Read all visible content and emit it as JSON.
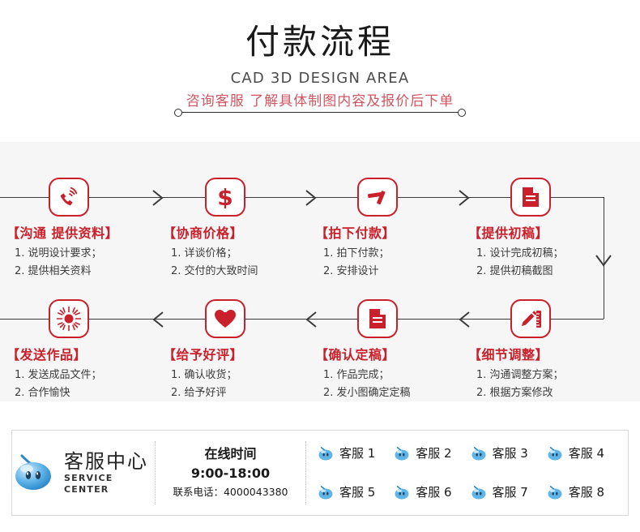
{
  "header": {
    "title_cn": "付款流程",
    "title_en": "CAD 3D DESIGN AREA",
    "subtitle": "咨询客服 了解具体制图内容及报价后下单"
  },
  "flow": {
    "accent_color": "#c9202b",
    "line_color": "#3a3a3a",
    "panel_bg": "#f6f6f6",
    "steps": [
      {
        "icon": "phone-ringing-icon",
        "title": "【沟通 提供资料】",
        "line1": "1. 说明设计要求；",
        "line2": "2. 提供相关资料"
      },
      {
        "icon": "dollar-sign-icon",
        "title": "【协商价格】",
        "line1": "1. 详谈价格；",
        "line2": "2. 交付的大致时间"
      },
      {
        "icon": "gavel-icon",
        "title": "【拍下付款】",
        "line1": "1. 拍下付款；",
        "line2": "2. 安排设计"
      },
      {
        "icon": "document-icon",
        "title": "【提供初稿】",
        "line1": "1. 设计完成初稿；",
        "line2": "2. 提供初稿截图"
      },
      {
        "icon": "sunburst-icon",
        "title": "【发送作品】",
        "line1": "1. 发送成品文件；",
        "line2": "2. 合作愉快"
      },
      {
        "icon": "heart-icon",
        "title": "【给予好评】",
        "line1": "1. 确认收货；",
        "line2": "2. 给予好评"
      },
      {
        "icon": "document-icon",
        "title": "【确认定稿】",
        "line1": "1. 作品完成；",
        "line2": "2. 发小图确定定稿"
      },
      {
        "icon": "pencil-ruler-icon",
        "title": "【细节调整】",
        "line1": "1. 沟通调整方案；",
        "line2": "2. 根据方案修改"
      }
    ]
  },
  "service": {
    "logo_cn": "客服中心",
    "logo_en": "SERVICE CENTER",
    "time_title": "在线时间",
    "time_hours": "9:00-18:00",
    "phone": "联系电话：4000043380",
    "agents": [
      {
        "label": "客服 1"
      },
      {
        "label": "客服 2"
      },
      {
        "label": "客服 3"
      },
      {
        "label": "客服 4"
      },
      {
        "label": "客服 5"
      },
      {
        "label": "客服 6"
      },
      {
        "label": "客服 7"
      },
      {
        "label": "客服 8"
      }
    ]
  }
}
